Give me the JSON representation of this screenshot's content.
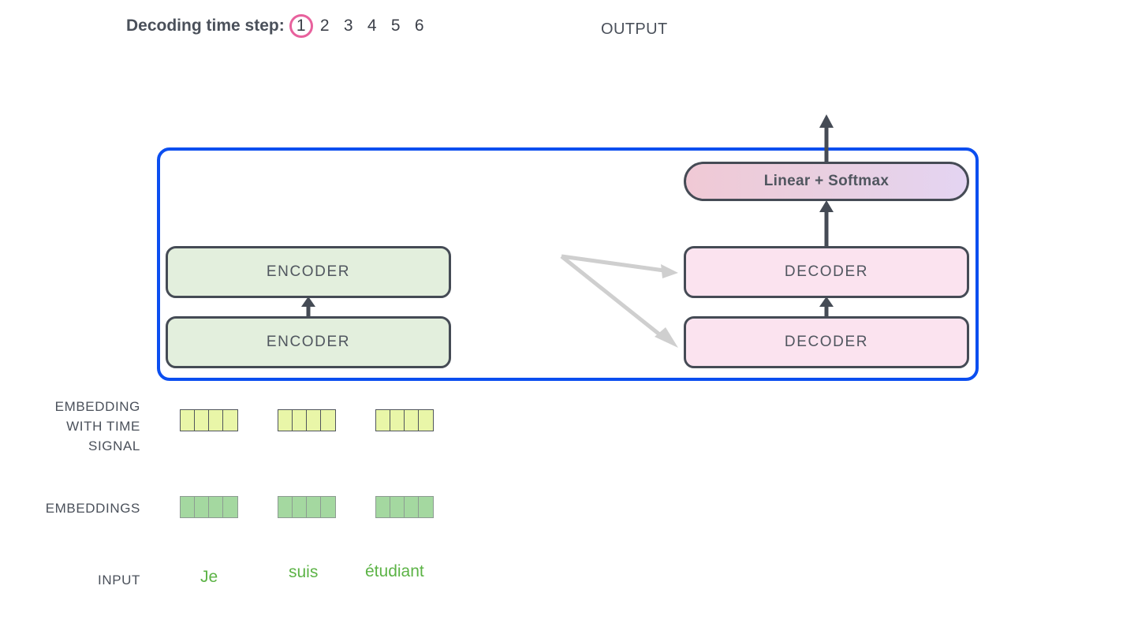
{
  "header": {
    "timestep_label": "Decoding time step:",
    "steps": [
      "1",
      "2",
      "3",
      "4",
      "5",
      "6"
    ],
    "active_step_index": 0,
    "active_step_color": "#e8619d",
    "output_label": "OUTPUT"
  },
  "model": {
    "container_border_color": "#0b4ef0",
    "encoder_stack": [
      {
        "label": "ENCODER"
      },
      {
        "label": "ENCODER"
      }
    ],
    "decoder_stack": [
      {
        "label": "DECODER"
      },
      {
        "label": "DECODER"
      }
    ],
    "output_head": {
      "label": "Linear + Softmax"
    },
    "encoder_fill": "#e3efdd",
    "decoder_fill": "#fbe3ef",
    "box_border_color": "#454b55",
    "connector_color": "#cccccc",
    "arrow_color": "#454b55"
  },
  "rows": {
    "embedding_with_time_signal": {
      "label_lines": [
        "EMBEDDING",
        "WITH TIME",
        "SIGNAL"
      ],
      "cell_color": "#e9f6a8",
      "cells_per_vector": 4,
      "vectors": 3
    },
    "embeddings": {
      "label": "EMBEDDINGS",
      "cell_color": "#a4d8a0",
      "cells_per_vector": 4,
      "vectors": 3
    },
    "input": {
      "label": "INPUT",
      "word_color": "#5cb346",
      "tokens": [
        "Je",
        "suis",
        "étudiant"
      ]
    }
  }
}
